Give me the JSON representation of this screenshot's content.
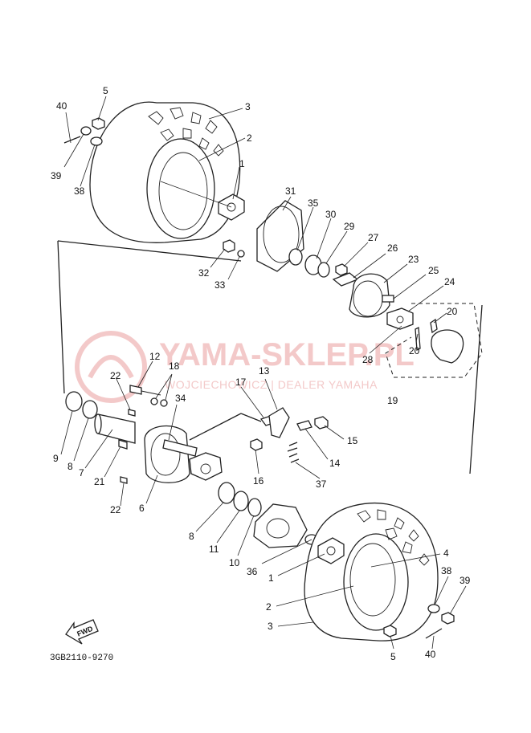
{
  "watermark": {
    "main": "YAMA-SKLEP.PL",
    "sub": "WOJCIECHOWICZ | DEALER YAMAHA"
  },
  "fwd_label": "FWD",
  "diagram_code": "3GB2110-9270",
  "callouts": [
    {
      "id": "c-40a",
      "text": "40"
    },
    {
      "id": "c-5a",
      "text": "5"
    },
    {
      "id": "c-3a",
      "text": "3"
    },
    {
      "id": "c-2a",
      "text": "2"
    },
    {
      "id": "c-1a",
      "text": "1"
    },
    {
      "id": "c-39a",
      "text": "39"
    },
    {
      "id": "c-38a",
      "text": "38"
    },
    {
      "id": "c-31",
      "text": "31"
    },
    {
      "id": "c-35",
      "text": "35"
    },
    {
      "id": "c-30",
      "text": "30"
    },
    {
      "id": "c-29",
      "text": "29"
    },
    {
      "id": "c-27",
      "text": "27"
    },
    {
      "id": "c-26",
      "text": "26"
    },
    {
      "id": "c-23",
      "text": "23"
    },
    {
      "id": "c-25",
      "text": "25"
    },
    {
      "id": "c-24",
      "text": "24"
    },
    {
      "id": "c-20a",
      "text": "20"
    },
    {
      "id": "c-20b",
      "text": "20"
    },
    {
      "id": "c-28",
      "text": "28"
    },
    {
      "id": "c-19",
      "text": "19"
    },
    {
      "id": "c-32",
      "text": "32"
    },
    {
      "id": "c-33",
      "text": "33"
    },
    {
      "id": "c-12",
      "text": "12"
    },
    {
      "id": "c-18",
      "text": "18"
    },
    {
      "id": "c-22a",
      "text": "22"
    },
    {
      "id": "c-34",
      "text": "34"
    },
    {
      "id": "c-13",
      "text": "13"
    },
    {
      "id": "c-17",
      "text": "17"
    },
    {
      "id": "c-15",
      "text": "15"
    },
    {
      "id": "c-14",
      "text": "14"
    },
    {
      "id": "c-16",
      "text": "16"
    },
    {
      "id": "c-37",
      "text": "37"
    },
    {
      "id": "c-9",
      "text": "9"
    },
    {
      "id": "c-8a",
      "text": "8"
    },
    {
      "id": "c-7",
      "text": "7"
    },
    {
      "id": "c-21",
      "text": "21"
    },
    {
      "id": "c-22b",
      "text": "22"
    },
    {
      "id": "c-6",
      "text": "6"
    },
    {
      "id": "c-8b",
      "text": "8"
    },
    {
      "id": "c-11",
      "text": "11"
    },
    {
      "id": "c-10",
      "text": "10"
    },
    {
      "id": "c-36",
      "text": "36"
    },
    {
      "id": "c-1b",
      "text": "1"
    },
    {
      "id": "c-4",
      "text": "4"
    },
    {
      "id": "c-2b",
      "text": "2"
    },
    {
      "id": "c-3b",
      "text": "3"
    },
    {
      "id": "c-38b",
      "text": "38"
    },
    {
      "id": "c-39b",
      "text": "39"
    },
    {
      "id": "c-5b",
      "text": "5"
    },
    {
      "id": "c-40b",
      "text": "40"
    }
  ]
}
